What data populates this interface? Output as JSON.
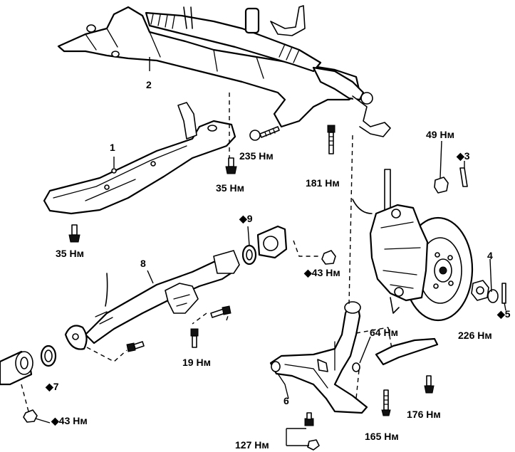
{
  "callouts": {
    "part_1": "1",
    "part_2": "2",
    "part_3": "3",
    "part_4": "4",
    "part_5": "5",
    "part_6": "6",
    "part_7": "7",
    "part_8": "8",
    "part_9": "9"
  },
  "torques": {
    "t235": "235 Нм",
    "t35_upper": "35 Нм",
    "t35_lower": "35 Нм",
    "t181": "181 Нм",
    "t49": "49 Нм",
    "t43_right": "43 Нм",
    "t226": "226 Нм",
    "t64": "64 Нм",
    "t19": "19 Нм",
    "t176": "176 Нм",
    "t43_left": "43 Нм",
    "t127": "127 Нм",
    "t165": "165 Нм"
  },
  "markers": {
    "diamond": "◆"
  }
}
